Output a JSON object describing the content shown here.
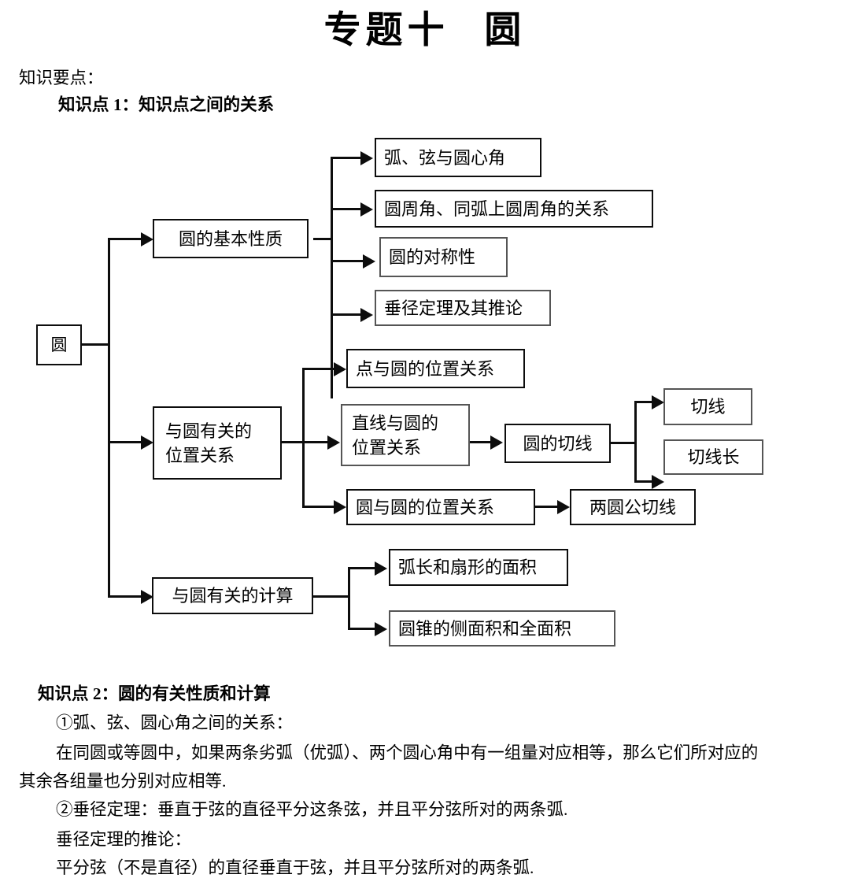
{
  "document": {
    "title": "专题十  圆",
    "intro_label": "知识要点：",
    "section1_heading": "知识点 1：知识点之间的关系",
    "section2_heading": "知识点 2：圆的有关性质和计算",
    "body_lines": [
      "①弧、弦、圆心角之间的关系：",
      "在同圆或等圆中，如果两条劣弧（优弧）、两个圆心角中有一组量对应相等，那么它们所对应的",
      "其余各组量也分别对应相等.",
      "②垂径定理：垂直于弦的直径平分这条弦，并且平分弦所对的两条弧.",
      "垂径定理的推论：",
      "平分弦（不是直径）的直径垂直于弦，并且平分弦所对的两条弧."
    ]
  },
  "flowchart": {
    "type": "tree-diagram",
    "root": "圆",
    "branch1": {
      "label": "圆的基本性质",
      "children": [
        "弧、弦与圆心角",
        "圆周角、同弧上圆周角的关系",
        "圆的对称性",
        "垂径定理及其推论"
      ]
    },
    "branch2": {
      "label": "与圆有关的\n位置关系",
      "children": [
        "点与圆的位置关系",
        "直线与圆的\n位置关系",
        "圆与圆的位置关系"
      ],
      "line_circle_child": "圆的切线",
      "tangent_children": [
        "切线",
        "切线长"
      ],
      "circle_circle_child": "两圆公切线"
    },
    "branch3": {
      "label": "与圆有关的计算",
      "children": [
        "弧长和扇形的面积",
        "圆锥的侧面积和全面积"
      ]
    }
  },
  "colors": {
    "ink": "#0d0d0d",
    "gray_border": "#555555",
    "paper": "#ffffff"
  }
}
